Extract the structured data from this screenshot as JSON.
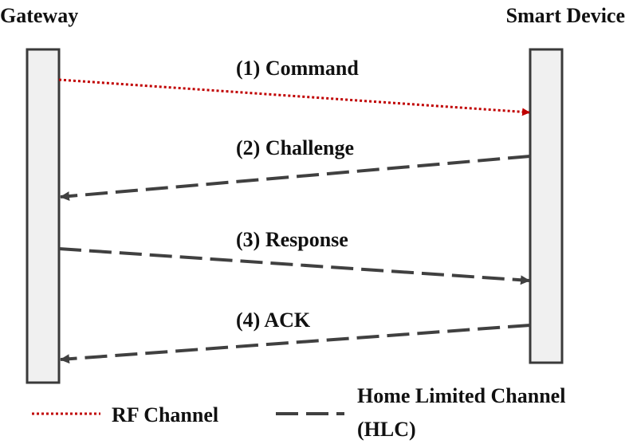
{
  "participants": {
    "left": {
      "label": "Gateway"
    },
    "right": {
      "label": "Smart Device"
    }
  },
  "messages": [
    {
      "label": "(1) Command",
      "direction": "gateway-to-device",
      "channel": "rf"
    },
    {
      "label": "(2) Challenge",
      "direction": "device-to-gateway",
      "channel": "hlc"
    },
    {
      "label": "(3) Response",
      "direction": "gateway-to-device",
      "channel": "hlc"
    },
    {
      "label": "(4) ACK",
      "direction": "device-to-gateway",
      "channel": "hlc"
    }
  ],
  "legend": {
    "rf": {
      "label": "RF Channel"
    },
    "hlc": {
      "label_line1": "Home Limited Channel",
      "label_line2": "(HLC)"
    }
  },
  "colors": {
    "rf": "#c00000",
    "hlc": "#404040",
    "lifeline_fill": "#f0f0f0",
    "lifeline_stroke": "#3a3a3a"
  }
}
